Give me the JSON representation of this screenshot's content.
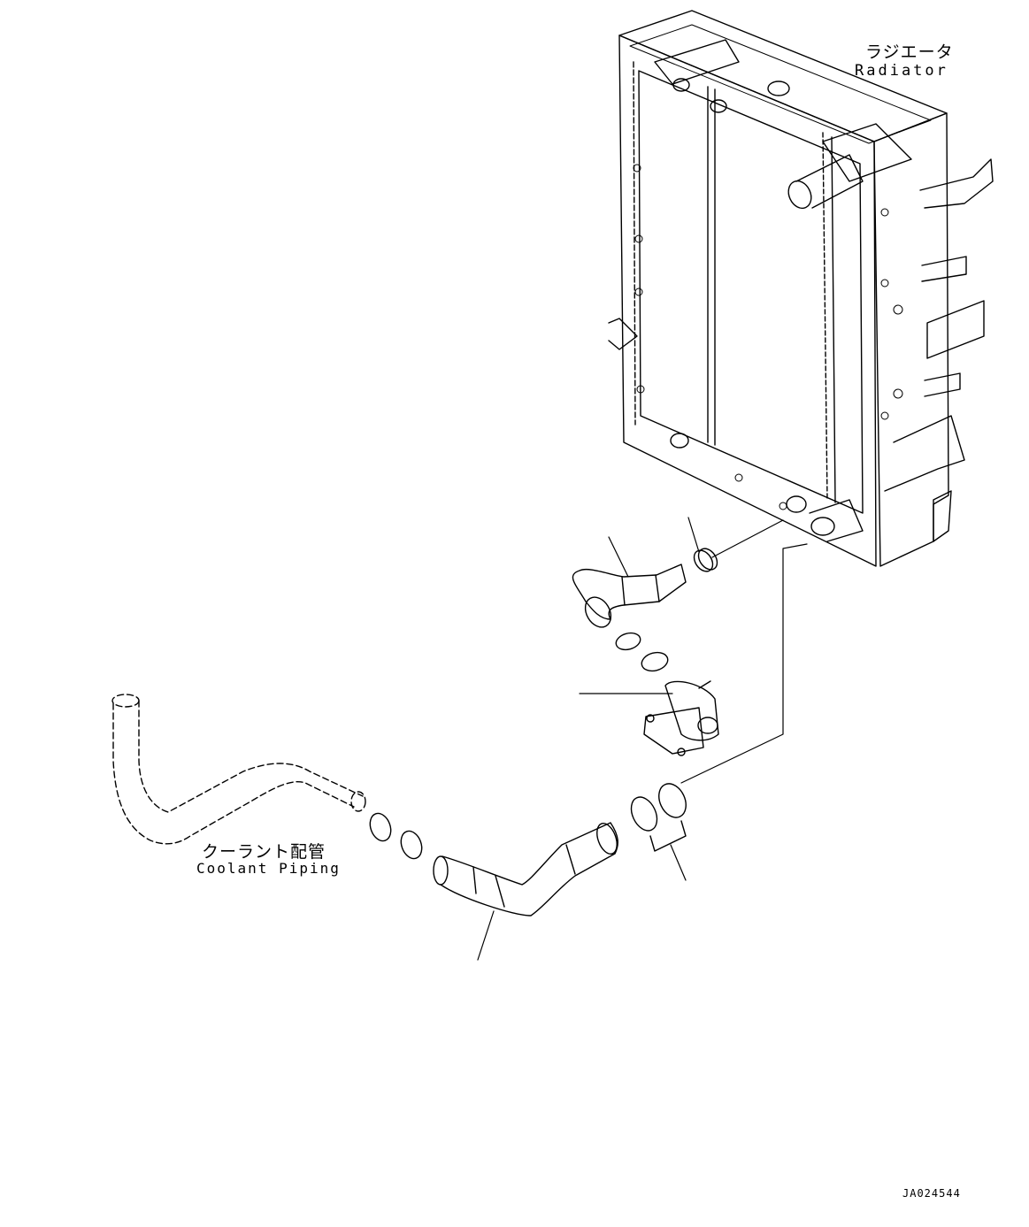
{
  "labels": {
    "radiator_jp": "ラジエータ",
    "radiator_en": "Radiator",
    "coolant_jp": "クーラント配管",
    "coolant_en": "Coolant Piping",
    "drawing_code": "JA024544"
  }
}
